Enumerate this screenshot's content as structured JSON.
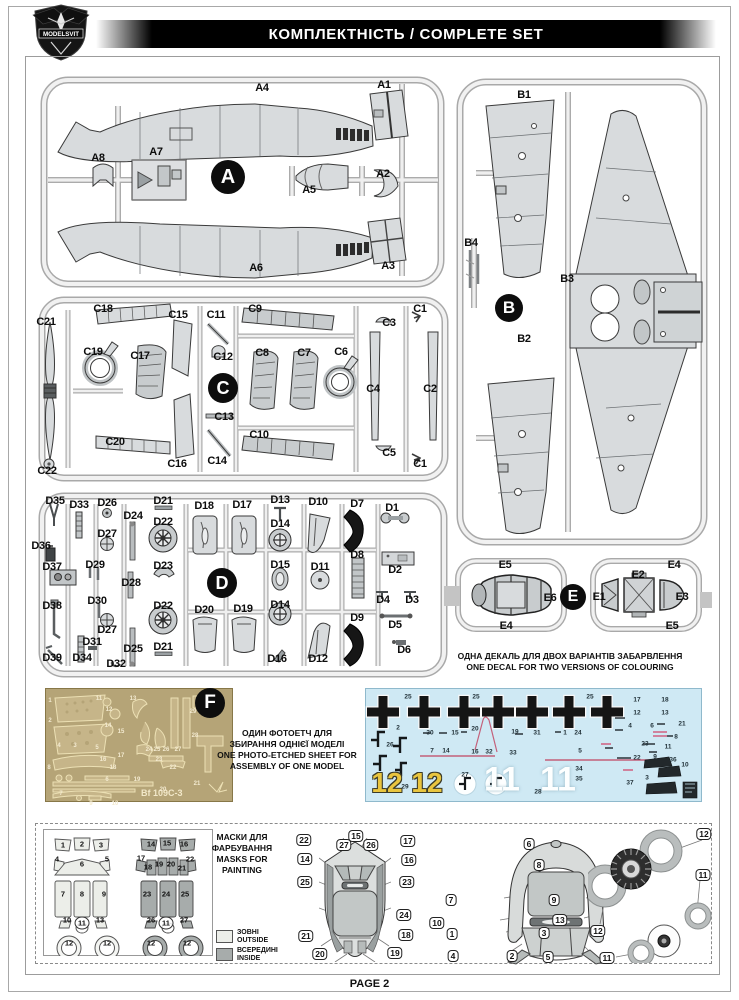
{
  "page": {
    "title": "КОМПЛЕКТНІСТЬ / COMPLETE SET",
    "brand": "MODELSVIT",
    "page_label": "PAGE 2"
  },
  "sprues": {
    "a": {
      "letter": "A",
      "parts": [
        "A4",
        "A1",
        "A8",
        "A7",
        "A5",
        "A2",
        "A6",
        "A3"
      ]
    },
    "b": {
      "letter": "B",
      "parts": [
        "B1",
        "B4",
        "B3",
        "B2"
      ]
    },
    "c": {
      "letter": "C",
      "parts": [
        "C18",
        "C21",
        "C15",
        "C11",
        "C9",
        "C3",
        "C1",
        "C19",
        "C17",
        "C12",
        "C8",
        "C7",
        "C6",
        "C4",
        "C2",
        "C13",
        "C20",
        "C16",
        "C14",
        "C10",
        "C5",
        "C1",
        "C22"
      ]
    },
    "d": {
      "letter": "D",
      "parts": [
        "D35",
        "D33",
        "D26",
        "D21",
        "D18",
        "D17",
        "D13",
        "D10",
        "D7",
        "D1",
        "D24",
        "D22",
        "D27",
        "D14",
        "D36",
        "D8",
        "D37",
        "D29",
        "D23",
        "D15",
        "D11",
        "D2",
        "D28",
        "D4",
        "D3",
        "D38",
        "D30",
        "D27",
        "D22",
        "D20",
        "D19",
        "D14",
        "D9",
        "D5",
        "D31",
        "D25",
        "D21",
        "D16",
        "D12",
        "D6",
        "D39",
        "D34",
        "D32"
      ]
    },
    "e": {
      "letter": "E",
      "parts": [
        "E5",
        "E6",
        "E4",
        "E2",
        "E4",
        "E1",
        "E3",
        "E5"
      ]
    }
  },
  "photo_etch": {
    "letter": "F",
    "sheet_label": "Bf 109C-3",
    "note": [
      "ОДИН ФОТОЕТЧ ДЛЯ",
      "ЗБИРАННЯ ОДНІЄЇ МОДЕЛІ",
      "ONE PHOTO-ETCHED SHEET FOR",
      "ASSEMBLY OF ONE MODEL"
    ],
    "numbers": [
      "1",
      "2",
      "3",
      "4",
      "5",
      "6",
      "7",
      "8",
      "9",
      "10",
      "11",
      "12",
      "13",
      "14",
      "15",
      "16",
      "17",
      "18",
      "19",
      "20",
      "21",
      "22",
      "23",
      "24",
      "25",
      "26",
      "27",
      "28",
      "29"
    ]
  },
  "decal": {
    "note": [
      "ОДНА ДЕКАЛЬ ДЛЯ ДВОХ ВАРІАНТІВ ЗАБАРВЛЕННЯ",
      "ONE DECAL FOR TWO VERSIONS OF COLOURING"
    ],
    "cross_count": 7,
    "yellow_codes": [
      "12",
      "12"
    ],
    "white_codes": [
      "11",
      "11"
    ],
    "small_numbers": [
      "25",
      "25",
      "25",
      "17",
      "18",
      "12",
      "13",
      "4",
      "6",
      "21",
      "2",
      "30",
      "15",
      "20",
      "19",
      "31",
      "1",
      "24",
      "8",
      "26",
      "23",
      "11",
      "7",
      "14",
      "16",
      "32",
      "33",
      "5",
      "22",
      "9",
      "36",
      "10",
      "34",
      "35",
      "27",
      "3",
      "37",
      "29",
      "28"
    ]
  },
  "masks": {
    "note": [
      "МАСКИ ДЛЯ",
      "ФАРБУВАННЯ",
      "MASKS FOR",
      "PAINTING"
    ],
    "legend": [
      {
        "name": "ЗОВНІ",
        "name_en": "OUTSIDE"
      },
      {
        "name": "ВСЕРЕДИНІ",
        "name_en": "INSIDE"
      }
    ],
    "outside_numbers": [
      "1",
      "2",
      "3",
      "4",
      "6",
      "5",
      "7",
      "8",
      "9",
      "10",
      "11",
      "13",
      "12",
      "12"
    ],
    "inside_numbers": [
      "14",
      "15",
      "16",
      "17",
      "18",
      "19",
      "20",
      "21",
      "22",
      "23",
      "24",
      "25",
      "26",
      "11",
      "27",
      "12",
      "12"
    ],
    "canopy_top_callouts": [
      "22",
      "15",
      "27",
      "26",
      "17",
      "14",
      "16",
      "25",
      "23",
      "24",
      "21",
      "18",
      "20",
      "19"
    ],
    "canopy_front_callouts": [
      "6",
      "8",
      "7",
      "9",
      "10",
      "13",
      "1",
      "3",
      "4",
      "2",
      "5"
    ],
    "wheel_callouts": [
      "12",
      "12",
      "11",
      "11"
    ]
  },
  "colors": {
    "header_band": "#000000",
    "part_fill": "#d8dbdd",
    "pe_sheet": "#b5a477",
    "decal_bg": "#cfe9f4",
    "decal_yellow": "#e9c53f",
    "mask_outside": "#eceee9",
    "mask_inside": "#a7acab"
  }
}
